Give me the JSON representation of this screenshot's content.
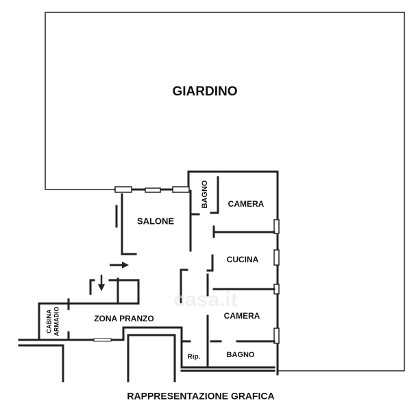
{
  "plan": {
    "rooms": {
      "garden": "GIARDINO",
      "living": "SALONE",
      "bath_top": "BAGNO",
      "bedroom_top": "CAMERA",
      "kitchen": "CUCINA",
      "bedroom_bottom": "CAMERA",
      "dining": "ZONA PRANZO",
      "walkin_line1": "CABINA",
      "walkin_line2": "ARMADIO",
      "storage": "Rip.",
      "bath_bottom": "BAGNO"
    },
    "caption": "RAPPRESENTAZIONE GRAFICA",
    "watermark": "casa.it",
    "colors": {
      "ink": "#222222",
      "background": "#ffffff"
    }
  }
}
